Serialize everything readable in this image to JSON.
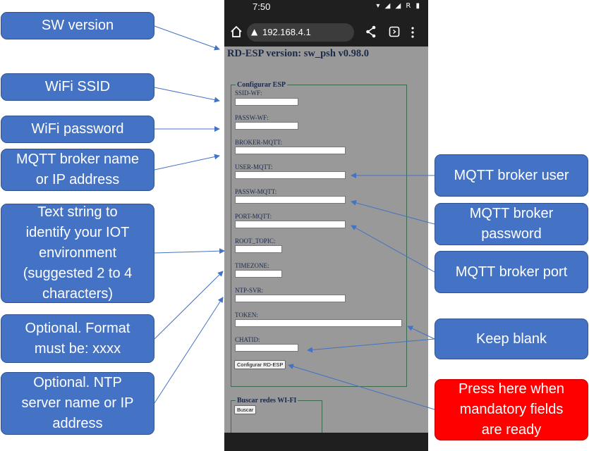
{
  "callouts": {
    "sw_version": "SW version",
    "wifi_ssid": "WiFi SSID",
    "wifi_password": "WiFi password",
    "mqtt_broker_name": "MQTT broker name\nor IP address",
    "root_topic": "Text string to\nidentify your IOT\nenvironment\n(suggested 2 to 4\ncharacters)",
    "timezone": "Optional. Format\nmust be: xxxx",
    "ntp_server": "Optional. NTP\nserver name or IP\naddress",
    "mqtt_user": "MQTT broker user",
    "mqtt_password": "MQTT broker\npassword",
    "mqtt_port": "MQTT broker port",
    "keep_blank": "Keep blank",
    "press_here": "Press here when\nmandatory fields\nare ready"
  },
  "phone": {
    "status_time": "7:50",
    "status_icons": "▾ ◢ ◢ R ▮",
    "url": "192.168.4.1",
    "version": "RD-ESP version: sw_psh v0.98.0",
    "config_legend": "Configurar ESP",
    "fields": {
      "ssid": "SSID-WF:",
      "passw_wf": "PASSW-WF:",
      "broker": "BROKER-MQTT:",
      "user": "USER-MQTT:",
      "passw_mqtt": "PASSW-MQTT:",
      "port": "PORT-MQTT:",
      "root_topic": "ROOT_TOPIC:",
      "timezone": "TIMEZONE:",
      "ntp": "NTP-SVR:",
      "token": "TOKEN:",
      "chatid": "CHATID:"
    },
    "config_button": "Configurar RD-ESP",
    "wifi_legend": "Buscar redes WI-FI",
    "search_button": "Buscar"
  },
  "colors": {
    "callout_blue": "#4472c4",
    "callout_red": "#ff0000",
    "phone_bg": "#999999",
    "arrow": "#4472c4"
  }
}
